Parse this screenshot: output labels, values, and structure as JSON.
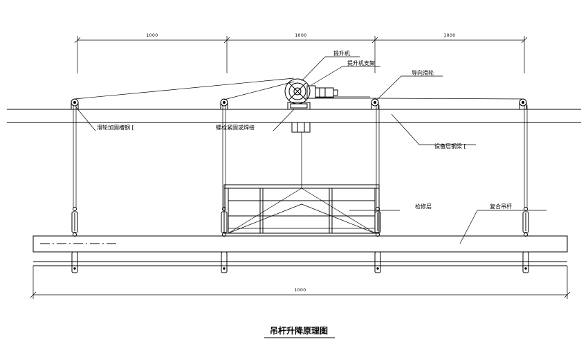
{
  "title": "吊杆升降原理图",
  "dimensions": {
    "span_1": "1000",
    "span_2": "1000",
    "span_3": "1000",
    "overall": "1000"
  },
  "labels": {
    "hoist": "提升机",
    "hoist_support": "提升机支架",
    "guide_pulley": "导向滑轮",
    "pulley_channel": "滑轮加固槽钢 [",
    "bolt_fixed": "螺栓紧固或焊接",
    "equipment_channel": "设备层钢梁 [",
    "pipe_rack": "检修层",
    "composite_boom": "复合吊杆"
  },
  "colors": {
    "line": "#000000",
    "background": "#ffffff"
  }
}
